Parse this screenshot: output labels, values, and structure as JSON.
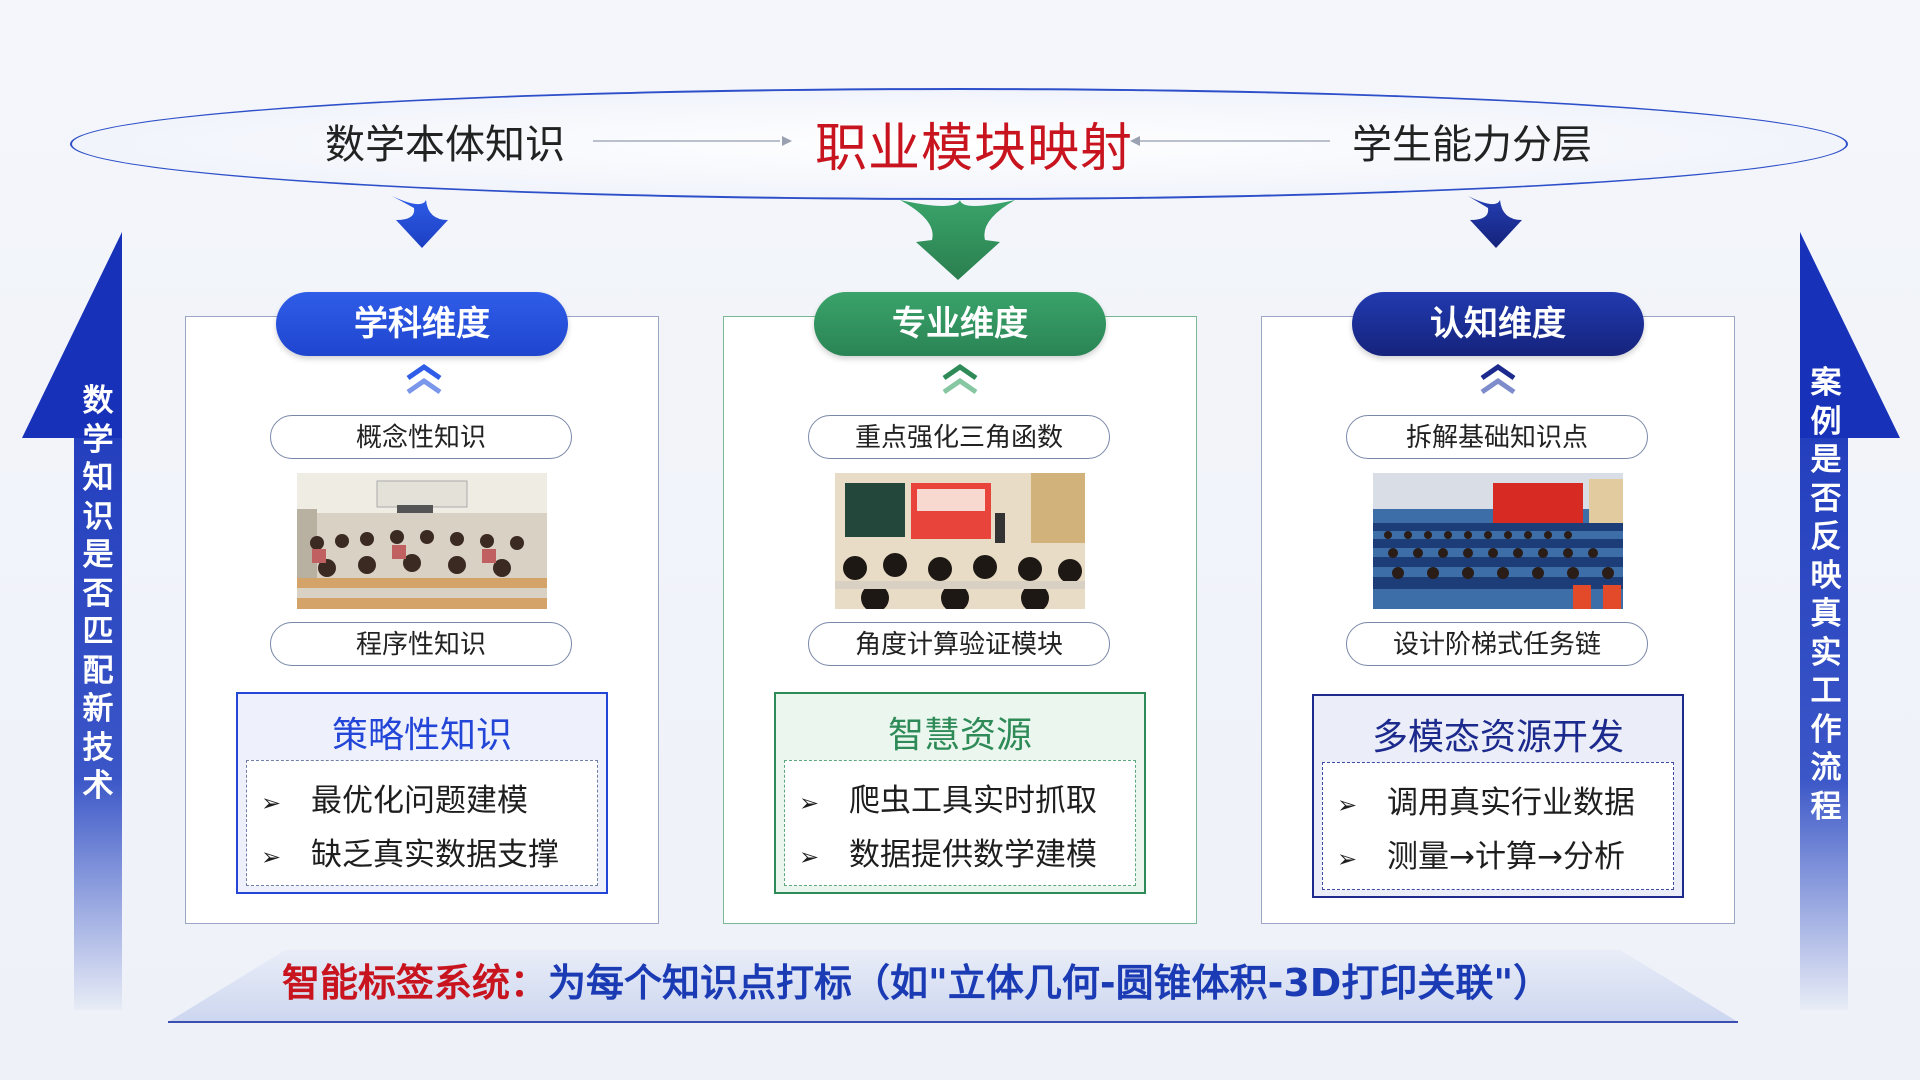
{
  "top": {
    "left_label": "数学本体知识",
    "center_label": "职业模块映射",
    "right_label": "学生能力分层"
  },
  "side": {
    "left_text": "数学知识是否匹配新技术",
    "right_text": "案例是否反映真实工作流程"
  },
  "columns": [
    {
      "title": "学科维度",
      "top_item": "概念性知识",
      "bottom_item": "程序性知识",
      "box_title": "策略性知识",
      "bullets": [
        "最优化问题建模",
        "缺乏真实数据支撑"
      ]
    },
    {
      "title": "专业维度",
      "top_item": "重点强化三角函数",
      "bottom_item": "角度计算验证模块",
      "box_title": "智慧资源",
      "bullets": [
        "爬虫工具实时抓取",
        "数据提供数学建模"
      ]
    },
    {
      "title": "认知维度",
      "top_item": "拆解基础知识点",
      "bottom_item": "设计阶梯式任务链",
      "box_title": "多模态资源开发",
      "bullets": [
        "调用真实行业数据",
        "测量→计算→分析"
      ]
    }
  ],
  "bottom": {
    "label": "智能标签系统：",
    "text": "为每个知识点打标（如\"立体几何-圆锥体积-3D打印关联\"）"
  },
  "colors": {
    "blue": "#2346d8",
    "green": "#2e8b57",
    "navy": "#1b2a8c",
    "red": "#c8141e"
  },
  "icons": {
    "bullet": "arrow-bullet-icon",
    "chevron": "double-chevron-up-icon"
  }
}
